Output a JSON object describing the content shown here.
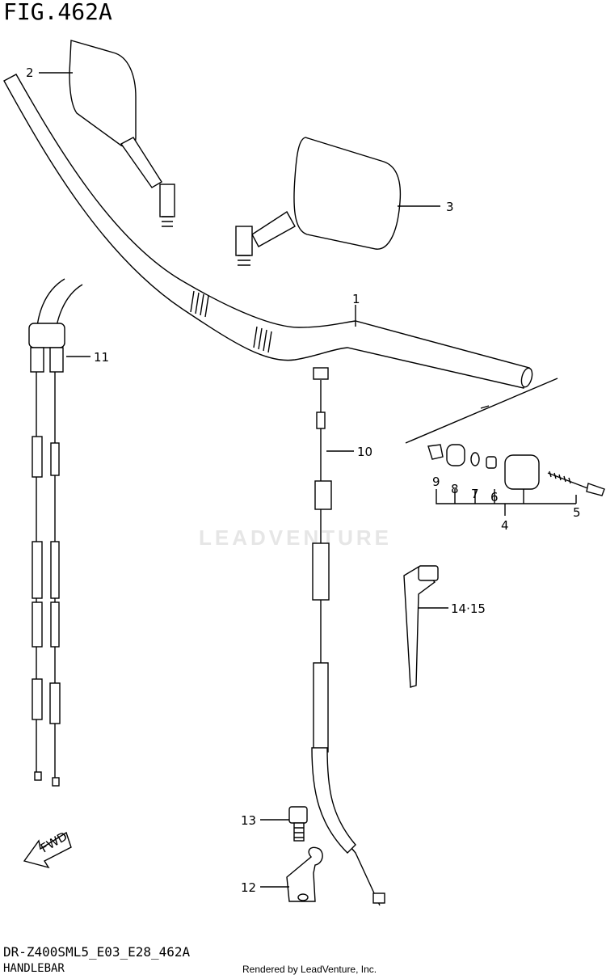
{
  "figure": {
    "title": "FIG.462A",
    "model_code": "DR-Z400SML5_E03_E28_462A",
    "section_name": "HANDLEBAR",
    "render_credit": "Rendered by LeadVenture, Inc.",
    "watermark": "LEADVENTURE"
  },
  "callouts": {
    "handlebar": "1",
    "mirror_left": "2",
    "mirror_right": "3",
    "balancer_assy": "4",
    "balancer_screw": "5",
    "part_6": "6",
    "part_7": "7",
    "part_8": "8",
    "part_9": "9",
    "clutch_cable": "10",
    "throttle_cable": "11",
    "cable_guide": "12",
    "guide_bolt": "13",
    "cable_tie": "14·15"
  },
  "fwd_label": "FWD",
  "colors": {
    "line": "#000000",
    "fill": "#ffffff",
    "watermark": "#e6e6e6"
  }
}
